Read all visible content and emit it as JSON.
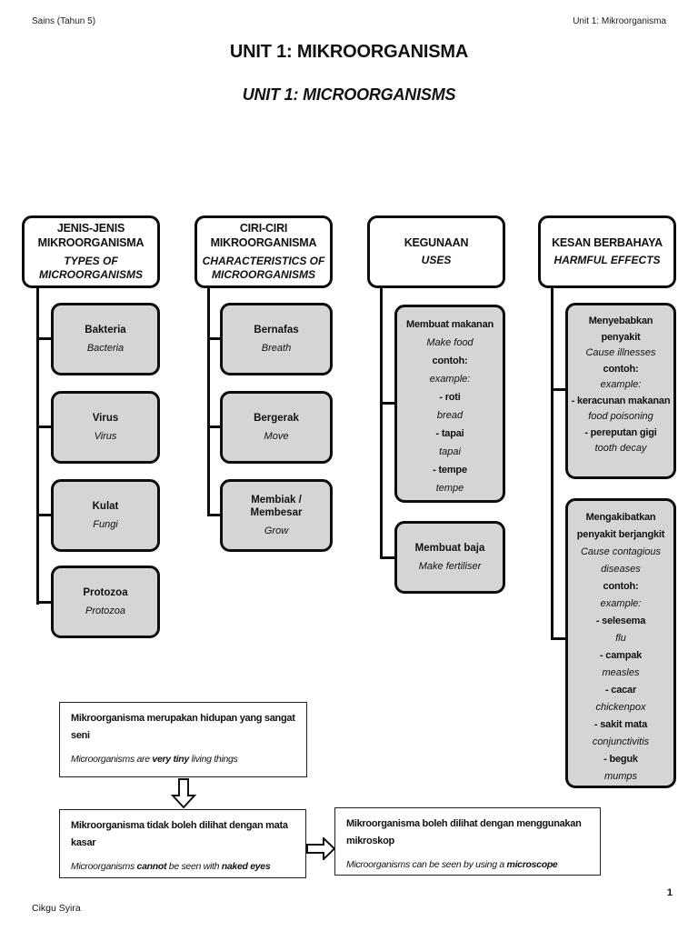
{
  "page": {
    "header_left": "Sains (Tahun 5)",
    "header_right": "Unit 1: Mikroorganisma",
    "title": "UNIT 1: MIKROORGANISMA",
    "subtitle": "UNIT 1: MICROORGANISMS",
    "footer_left": "Cikgu Syira",
    "page_number": "1"
  },
  "colors": {
    "node_fill": "#d5d5d5",
    "border": "#0d0d0d",
    "page_bg": "#ffffff"
  },
  "icons": {
    "down_arrow": "hollow-down-arrow",
    "right_arrow": "hollow-right-arrow"
  },
  "columns": [
    {
      "title_my": "JENIS-JENIS MIKROORGANISMA",
      "title_en": "TYPES OF MICROORGANISMS",
      "children": [
        {
          "my": "Bakteria",
          "en": "Bacteria"
        },
        {
          "my": "Virus",
          "en": "Virus"
        },
        {
          "my": "Kulat",
          "en": "Fungi"
        },
        {
          "my": "Protozoa",
          "en": "Protozoa"
        }
      ]
    },
    {
      "title_my": "CIRI-CIRI MIKROORGANISMA",
      "title_en": "CHARACTERISTICS OF MICROORGANISMS",
      "children": [
        {
          "my": "Bernafas",
          "en": "Breath"
        },
        {
          "my": "Bergerak",
          "en": "Move"
        },
        {
          "my": "Membiak / Membesar",
          "en": "Grow"
        }
      ]
    },
    {
      "title_my": "KEGUNAAN",
      "title_en": "USES",
      "children": [
        {
          "lines": [
            "Membuat makanan",
            "Make food",
            "contoh:",
            "example:",
            "- roti",
            "bread",
            "- tapai",
            "tapai",
            "- tempe",
            "tempe"
          ]
        },
        {
          "lines": [
            "Membuat baja",
            "Make fertiliser"
          ]
        }
      ]
    },
    {
      "title_my": "KESAN BERBAHAYA",
      "title_en": "HARMFUL EFFECTS",
      "children": [
        {
          "lines": [
            "Menyebabkan penyakit",
            "Cause illnesses",
            "contoh:",
            "example:",
            "- keracunan makanan",
            "food poisoning",
            "- pereputan gigi",
            "tooth decay"
          ]
        },
        {
          "lines": [
            "Mengakibatkan penyakit berjangkit",
            "Cause contagious diseases",
            "contoh:",
            "example:",
            "- selesema",
            "flu",
            "- campak",
            "measles",
            "- cacar",
            "chickenpox",
            "- sakit mata",
            "conjunctivitis",
            "- beguk",
            "mumps"
          ]
        }
      ]
    }
  ],
  "facts": [
    {
      "my": "Mikroorganisma merupakan hidupan yang sangat seni",
      "en": [
        "Microorganisms are ",
        "very tiny",
        " living things"
      ]
    },
    {
      "my": "Mikroorganisma tidak boleh dilihat dengan mata kasar",
      "en": [
        "Microorganisms ",
        "cannot",
        " be seen with ",
        "naked eyes"
      ]
    },
    {
      "my": "Mikroorganisma boleh dilihat dengan menggunakan mikroskop",
      "en": [
        "Microorganisms can be seen by using a ",
        "microscope"
      ]
    }
  ]
}
